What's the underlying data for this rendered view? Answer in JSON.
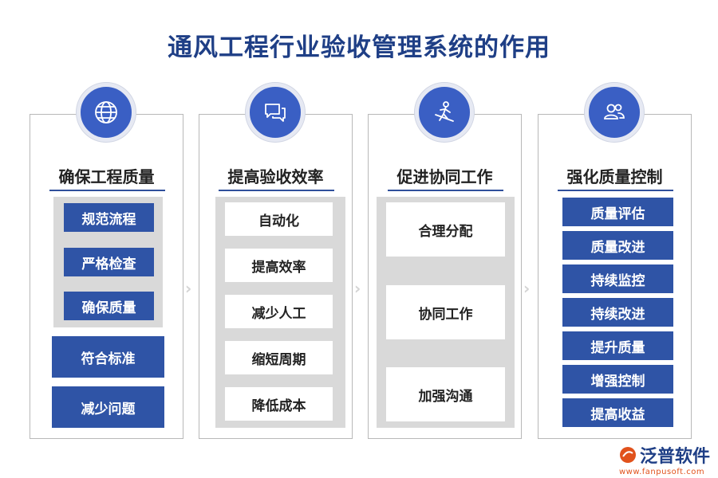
{
  "title": "通风工程行业验收管理系统的作用",
  "columns": [
    {
      "icon": "globe-icon",
      "heading": "确保工程质量",
      "inner_items": [
        "规范流程",
        "严格检查",
        "确保质量"
      ],
      "outer_items": [
        "符合标准",
        "减少问题"
      ]
    },
    {
      "icon": "chat-icon",
      "heading": "提高验收效率",
      "items": [
        "自动化",
        "提高效率",
        "减少人工",
        "缩短周期",
        "降低成本"
      ]
    },
    {
      "icon": "collaboration-icon",
      "heading": "促进协同工作",
      "items": [
        "合理分配",
        "协同工作",
        "加强沟通"
      ]
    },
    {
      "icon": "users-icon",
      "heading": "强化质量控制",
      "items": [
        "质量评估",
        "质量改进",
        "持续监控",
        "持续改进",
        "提升质量",
        "增强控制",
        "提高收益"
      ]
    }
  ],
  "logo": {
    "name": "泛普软件",
    "url": "www.fanpusoft.com"
  },
  "colors": {
    "primary": "#2f54a6",
    "title": "#1f3f86",
    "panel": "#d9d9d9"
  }
}
